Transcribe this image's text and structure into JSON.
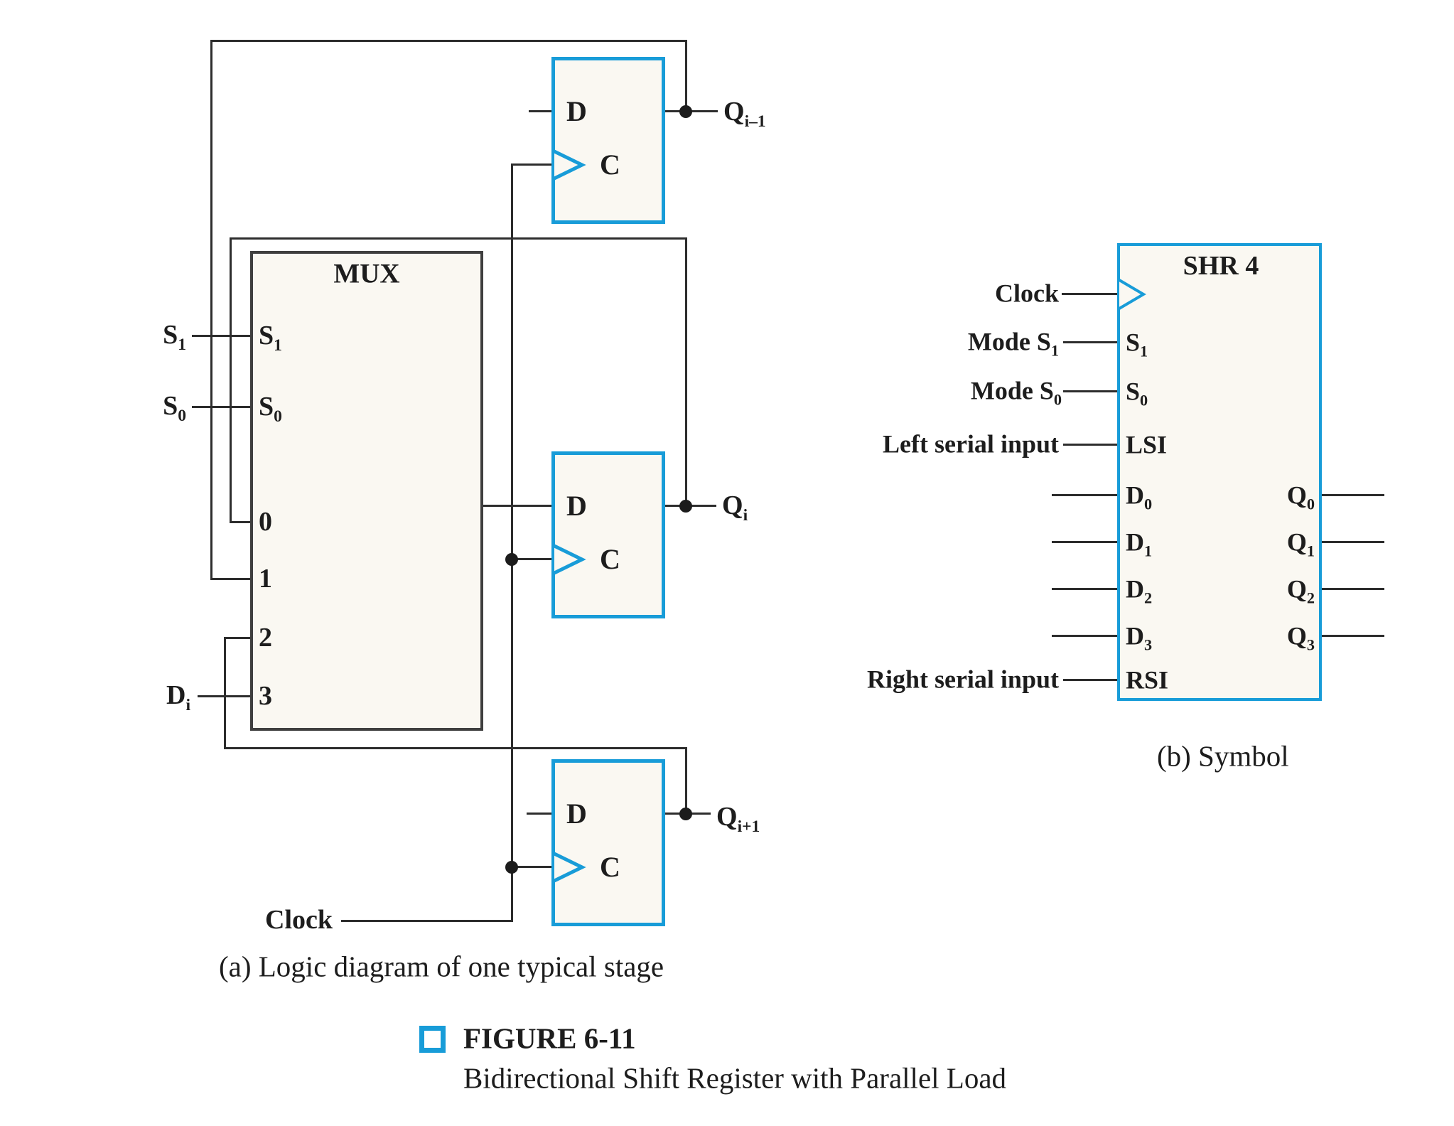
{
  "colors": {
    "accent_blue": "#189cd8",
    "wire": "#2d2d2d",
    "mux_border": "#3f3f3f",
    "box_fill": "#faf8f2",
    "text": "#1d1d1d"
  },
  "logic": {
    "caption": "(a) Logic diagram of one typical stage",
    "mux": {
      "title": "MUX",
      "pin_s1": {
        "base": "S",
        "sub": "1"
      },
      "pin_s0": {
        "base": "S",
        "sub": "0"
      },
      "pin_0": "0",
      "pin_1": "1",
      "pin_2": "2",
      "pin_3": "3"
    },
    "ff": {
      "d": "D",
      "c": "C"
    },
    "ext": {
      "s1": {
        "base": "S",
        "sub": "1"
      },
      "s0": {
        "base": "S",
        "sub": "0"
      },
      "di": {
        "base": "D",
        "sub": "i"
      },
      "clock": "Clock"
    },
    "out": {
      "q_prev": {
        "base": "Q",
        "sub": "i–1"
      },
      "q_cur": {
        "base": "Q",
        "sub": "i"
      },
      "q_next": {
        "base": "Q",
        "sub": "i+1"
      }
    }
  },
  "symbol": {
    "title": "SHR 4",
    "caption": "(b) Symbol",
    "ext": [
      {
        "base": "Clock",
        "sub": ""
      },
      {
        "base": "Mode S",
        "sub": "1"
      },
      {
        "base": "Mode S",
        "sub": "0"
      },
      {
        "base": "Left serial input",
        "sub": ""
      },
      {
        "base": "Right serial input",
        "sub": ""
      }
    ],
    "pins_left": [
      {
        "base": "S",
        "sub": "1"
      },
      {
        "base": "S",
        "sub": "0"
      },
      {
        "base": "LSI",
        "sub": ""
      },
      {
        "base": "D",
        "sub": "0"
      },
      {
        "base": "D",
        "sub": "1"
      },
      {
        "base": "D",
        "sub": "2"
      },
      {
        "base": "D",
        "sub": "3"
      },
      {
        "base": "RSI",
        "sub": ""
      }
    ],
    "pins_right": [
      {
        "base": "Q",
        "sub": "0"
      },
      {
        "base": "Q",
        "sub": "1"
      },
      {
        "base": "Q",
        "sub": "2"
      },
      {
        "base": "Q",
        "sub": "3"
      }
    ]
  },
  "figure": {
    "label": "FIGURE 6-11",
    "title": "Bidirectional Shift Register with Parallel Load"
  }
}
